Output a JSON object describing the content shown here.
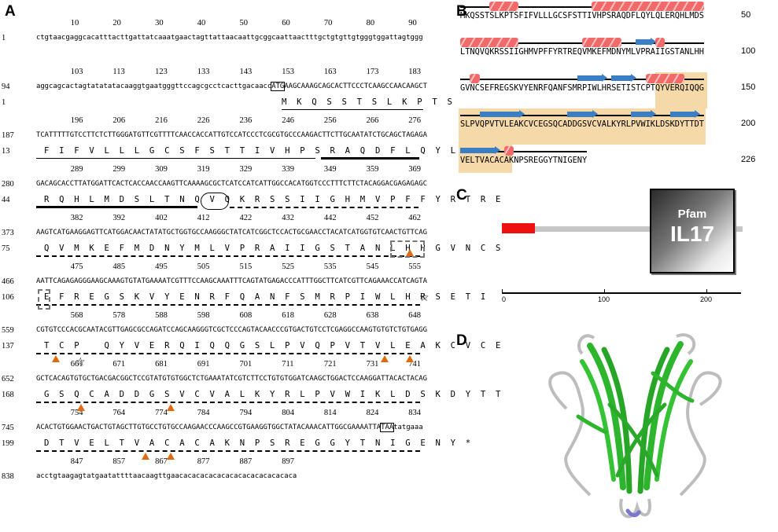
{
  "panels": {
    "A": "A",
    "B": "B",
    "C": "C",
    "D": "D"
  },
  "panelA": {
    "blocks": [
      {
        "nums": [
          "10",
          "20",
          "30",
          "40",
          "50",
          "60",
          "70",
          "80",
          "90"
        ],
        "lnum": "1",
        "nt": "ctgtaacgaggcacatttacttgattatcaaatgaactagttattaacaattgcggcaattaactttgctgtgttgtgggtggattagtggg",
        "aa_lnum": "",
        "aa": ""
      },
      {
        "nums": [
          "103",
          "113",
          "123",
          "133",
          "143",
          "153",
          "163",
          "173",
          "183"
        ],
        "lnum": "94",
        "nt": "aggcagcactagtatatatacaaggtgaatgggttccagcgcctcacttgacaacc|ATG|AAGCAAAGCAGCACTTCCCTCAAGCCAACAAGCT",
        "aa_lnum": "1",
        "aa": "M  K  Q  S  S  T  S  L  K  P  T  S"
      },
      {
        "nums": [
          "196",
          "206",
          "216",
          "226",
          "236",
          "246",
          "256",
          "266",
          "276"
        ],
        "lnum": "187",
        "nt": "TCATTTTTGTCCTTCTCTTGGGATGTTCGTTTTCAACCACCATTGTCCATCCCTCGCGTGCCCAAGACTTCTTGCAATATCTGCAGCTAGAGA",
        "aa_lnum": "13",
        "aa": "F  I  F  V  L  L  L  G  C  S  F  S  T  T  I  V  H  P  S  R  A  Q  D  F  L  Q  Y  L  Q  L  E"
      },
      {
        "nums": [
          "289",
          "299",
          "309",
          "319",
          "329",
          "339",
          "349",
          "359",
          "369"
        ],
        "lnum": "280",
        "nt": "GACAGCACCTTATGGATTCACTCACCAACCAAGTTCAAAAGCGCTCATCCATCATTGGCCACATGGTCCCTTTCTTCTACAGGACGAGAGAGC",
        "aa_lnum": "44",
        "aa": "R  Q  H  L  M  D  S  L  T  N  Q  V  Q  K  R  S  S  I  I  G  H  M  V  P  F  F  Y  R  T  R  E"
      },
      {
        "nums": [
          "382",
          "392",
          "402",
          "412",
          "422",
          "432",
          "442",
          "452",
          "462"
        ],
        "lnum": "373",
        "nt": "AAGTCATGAAGGAGTTCATGGACAACTATATGCTGGTGCCAAGGGCTATCATCGGCTCCACTGCGAACCTACATCATGGTGTCAACTGTTCAG",
        "aa_lnum": "75",
        "aa": "Q  V  M  K  E  F  M  D  N  Y  M  L  V  P  R  A  I  I  G  S  T  A  N  L  H  H  G  V  N  C  S"
      },
      {
        "nums": [
          "475",
          "485",
          "495",
          "505",
          "515",
          "525",
          "535",
          "545",
          "555"
        ],
        "lnum": "466",
        "nt": "AATTCAGAGAGGGAAGCAAAGTGTATGAAAATCGTTTCCAAGCAAATTTCAGTATGAGACCCATTTGGCTTCATCGTTCAGAAACCATCAGTA",
        "aa_lnum": "106",
        "aa": "E  F  R  E  G  S  K  V  Y  E  N  R  F  Q  A  N  F  S  M  R  P  I  W  L  H  R  S  E  T  I"
      },
      {
        "nums": [
          "568",
          "578",
          "588",
          "598",
          "608",
          "618",
          "628",
          "638",
          "648"
        ],
        "lnum": "559",
        "nt": "CGTGTCCCACGCAATACGTTGAGCGCCAGATCCAGCAAGGGTCGCTCCCAGTACAACCCGTGACTGTCCTCGAGGCCAAGTGTGTCTGTGAGG",
        "aa_lnum": "137",
        "aa": "T  C  P     Q  Y  V  E  R  Q  I  Q  Q  G  S  L  P  V  Q  P  V  T  V  L  E  A  K  C  V  C  E"
      },
      {
        "nums": [
          "661",
          "671",
          "681",
          "691",
          "701",
          "711",
          "721",
          "731",
          "741"
        ],
        "lnum": "652",
        "nt": "GCTCACAGTGTGCTGACGACGGCTCCGTATGTGTGGCTCTGAAATATCGTCTTCCTGTGTGGATCAAGCTGGACTCCAAGGATTACACTACAG",
        "aa_lnum": "168",
        "aa": "G  S  Q  C  A  D  D  G  S  V  C  V  A  L  K  Y  R  L  P  V  W  I  K  L  D  S  K  D  Y  T  T"
      },
      {
        "nums": [
          "754",
          "764",
          "774",
          "784",
          "794",
          "804",
          "814",
          "824",
          "834"
        ],
        "lnum": "745",
        "nt": "ACACTGTGGAACTGACTGTAGCTTGTGCCTGTGCCAAGAACCCAAGCCGTGAAGGTGGCTATACAAACATTGGCGAAAATTA|TAA|tatgaaa",
        "aa_lnum": "199",
        "aa": "D  T  V  E  L  T  V  A  C  A  C  A  K  N  P  S  R  E  G  G  Y  T  N  I  G  E  N  Y  *"
      },
      {
        "nums": [
          "847",
          "857",
          "867",
          "877",
          "887",
          "897"
        ],
        "lnum": "838",
        "nt": "acctgtaagagtatgaatattttaacaagttgaacacacacacacacacacacacacacaca",
        "aa_lnum": "",
        "aa": ""
      }
    ]
  },
  "panelB": {
    "lines": [
      {
        "seq": "MKQSSTSLKPTSFIFVLLLGCSFSTTIVHPSRAQDFLQYLQLERQHLMDS",
        "num": "50"
      },
      {
        "seq": "LTNQVQKRSSIIGHMVPFFYRTREQVMKEFMDNYMLVPRAIIGSTANLHH",
        "num": "100"
      },
      {
        "seq": "GVNCSEFREGSKVYENRFQANFSMRPIWLHRSETISTCPTQYVERQIQQG",
        "num": "150"
      },
      {
        "seq": "SLPVQPVTVLEAKCVCEGSQCADDGSVCVALKYRLPVWIKLDSKDYTTDT",
        "num": "200"
      },
      {
        "seq": "VELTVACACAKNPSREGGYTNIGENY",
        "num": "226"
      }
    ]
  },
  "panelC": {
    "domain_top": "Pfam",
    "domain_name": "IL17",
    "axis_ticks": [
      "0",
      "100",
      "200"
    ],
    "signal_color": "#ee1111"
  },
  "colors": {
    "triangle": "#e06a10",
    "helix": "#f06a6a",
    "strand": "#3a7fc4",
    "highlight": "#f6d9a8",
    "sheet": "#2db52d"
  }
}
